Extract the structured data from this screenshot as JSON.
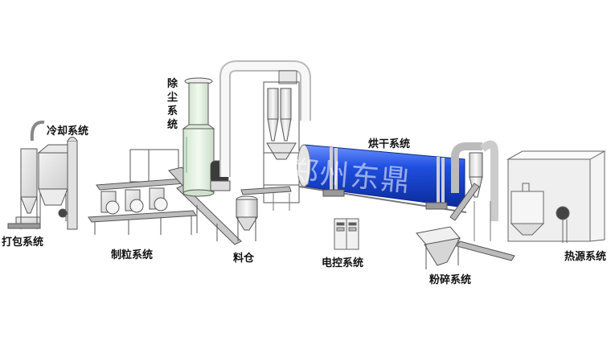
{
  "diagram": {
    "type": "industrial-process-line",
    "colors": {
      "dryer_drum": "#1f4fe0",
      "dust_tower": "#e6f2e4",
      "steel": "#d8d8d8",
      "outline": "#555555",
      "background": "#ffffff"
    },
    "labels": {
      "packing": "打包系统",
      "cooling": "冷却系统",
      "pelletizing": "制粒系统",
      "dust_removal": "除尘系统",
      "silo": "料仓",
      "electric_control": "电控系统",
      "drying": "烘干系统",
      "crushing": "粉碎系统",
      "heat_source": "热源系统"
    },
    "watermark": "郑州东鼎"
  }
}
